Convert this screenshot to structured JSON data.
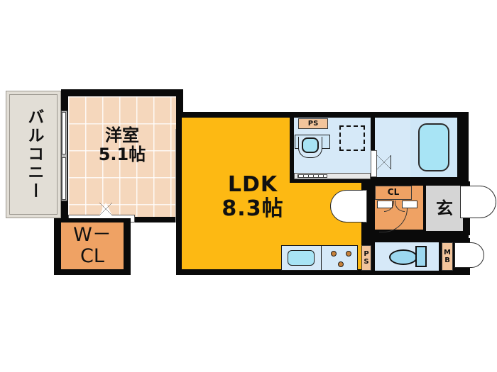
{
  "document": {
    "type": "floor-plan",
    "language": "ja",
    "background_color": "#ffffff"
  },
  "rooms": [
    {
      "id": "balcony",
      "label": "バルコニー",
      "orientation": "vertical",
      "color": "#E2DED6"
    },
    {
      "id": "bedroom",
      "label": "洋室",
      "area": "5.1帖",
      "color": "#F5D7BC"
    },
    {
      "id": "ldk",
      "label": "LDK",
      "area": "8.3帖",
      "color": "#FDB913"
    },
    {
      "id": "walkin",
      "label": "W－\nCL",
      "color": "#EFA264"
    },
    {
      "id": "genkan",
      "label": "玄",
      "color": "#D5D5D5"
    }
  ],
  "tags": [
    {
      "id": "ps-washroom",
      "label": "PS",
      "color": "#F2C49B"
    },
    {
      "id": "ps-kitchen",
      "label": "P\nS",
      "color": "#F2C49B"
    },
    {
      "id": "closet",
      "label": "CL",
      "color": "#EFA264"
    },
    {
      "id": "meter-box",
      "label": "M\nB",
      "color": "#F2C49B"
    }
  ],
  "fixtures": [
    {
      "id": "bathtub",
      "name": "bathtub",
      "color": "#A8E4F5"
    },
    {
      "id": "vanity-sink",
      "name": "vanity-sink",
      "color": "#A8E4F5"
    },
    {
      "id": "washer-space",
      "name": "washing-machine-space"
    },
    {
      "id": "kitchen-sink",
      "name": "kitchen-sink",
      "color": "#A8E4F5"
    },
    {
      "id": "stove-burners",
      "name": "stove-three-burner",
      "count": 3,
      "color": "#C8813A"
    },
    {
      "id": "toilet",
      "name": "toilet",
      "color": "#9CD8F0"
    }
  ],
  "text": {
    "balcony": "バルコニー",
    "bedroom_name": "洋室",
    "bedroom_area": "5.1帖",
    "ldk_name": "LDK",
    "ldk_area": "8.3帖",
    "wcl_line1": "W－",
    "wcl_line2": "CL",
    "genkan": "玄",
    "ps": "PS",
    "ps_kitchen_1": "P",
    "ps_kitchen_2": "S",
    "cl": "CL",
    "mb_1": "M",
    "mb_2": "B"
  },
  "colors": {
    "wall": "#0a0a0a",
    "ldk": "#FDB913",
    "wood_floor": "#F5D7BC",
    "closet": "#EFA264",
    "balcony": "#E2DED6",
    "wet_area": "#D6E9F8",
    "bath": "#CFE7F7",
    "genkan": "#D5D5D5",
    "tag": "#F2C49B",
    "fixture_blue": "#A8E4F5",
    "burner": "#C8813A"
  }
}
